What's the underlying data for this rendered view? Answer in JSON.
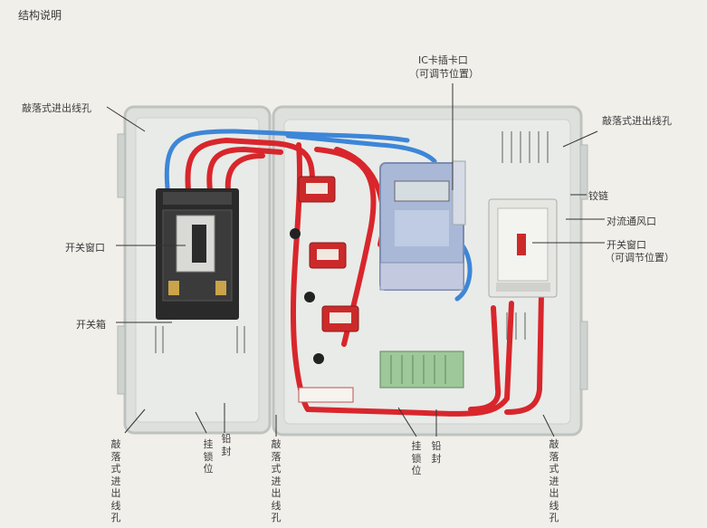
{
  "title": "结构说明",
  "labels": {
    "knockout_left_top": "敲落式进出线孔",
    "ic_card_line1": "IC卡插卡口",
    "ic_card_line2": "（可调节位置）",
    "knockout_right_top": "敲落式进出线孔",
    "hinge": "铰链",
    "ventilation": "对流通风口",
    "switch_window_right_line1": "开关窗口",
    "switch_window_right_line2": "（可调节位置）",
    "switch_window_left": "开关窗口",
    "switch_box": "开关箱",
    "knockout_bottom_1": "敲落式进出线孔",
    "lock_position_1": "挂锁位",
    "seal_1": "铅封",
    "knockout_bottom_2": "敲落式进出线孔",
    "lock_position_2": "挂锁位",
    "seal_2": "铅封",
    "knockout_bottom_3": "敲落式进出线孔"
  },
  "colors": {
    "background": "#f1efea",
    "cabinet": "#e6e8e6",
    "frame": "#d6d9d6",
    "wire_red": "#d8262c",
    "wire_blue": "#3d86d8",
    "breaker": "#2a2a2a",
    "meter_body": "#aab8d8",
    "terminal": "#9ec79a"
  },
  "icons": [
    "breaker-icon",
    "meter-icon",
    "current-transformer-icon",
    "terminal-block-icon",
    "hinge-icon"
  ]
}
